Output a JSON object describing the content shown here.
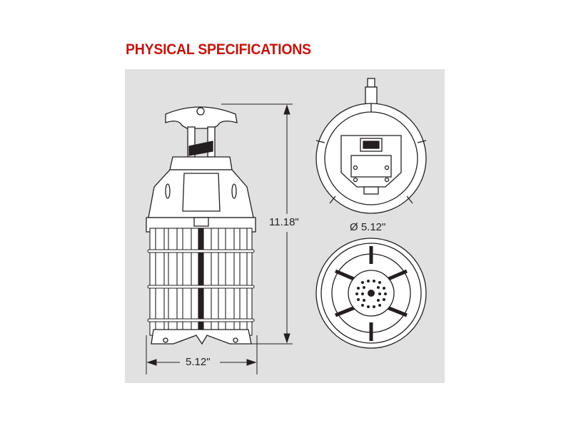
{
  "title": "PHYSICAL SPECIFICATIONS",
  "dimensions": {
    "height": "11.18\"",
    "width": "5.12\"",
    "diameter": "Ø 5.12\""
  },
  "colors": {
    "title": "#c0170f",
    "panel": "#e1e1e2",
    "line": "#231f20"
  }
}
